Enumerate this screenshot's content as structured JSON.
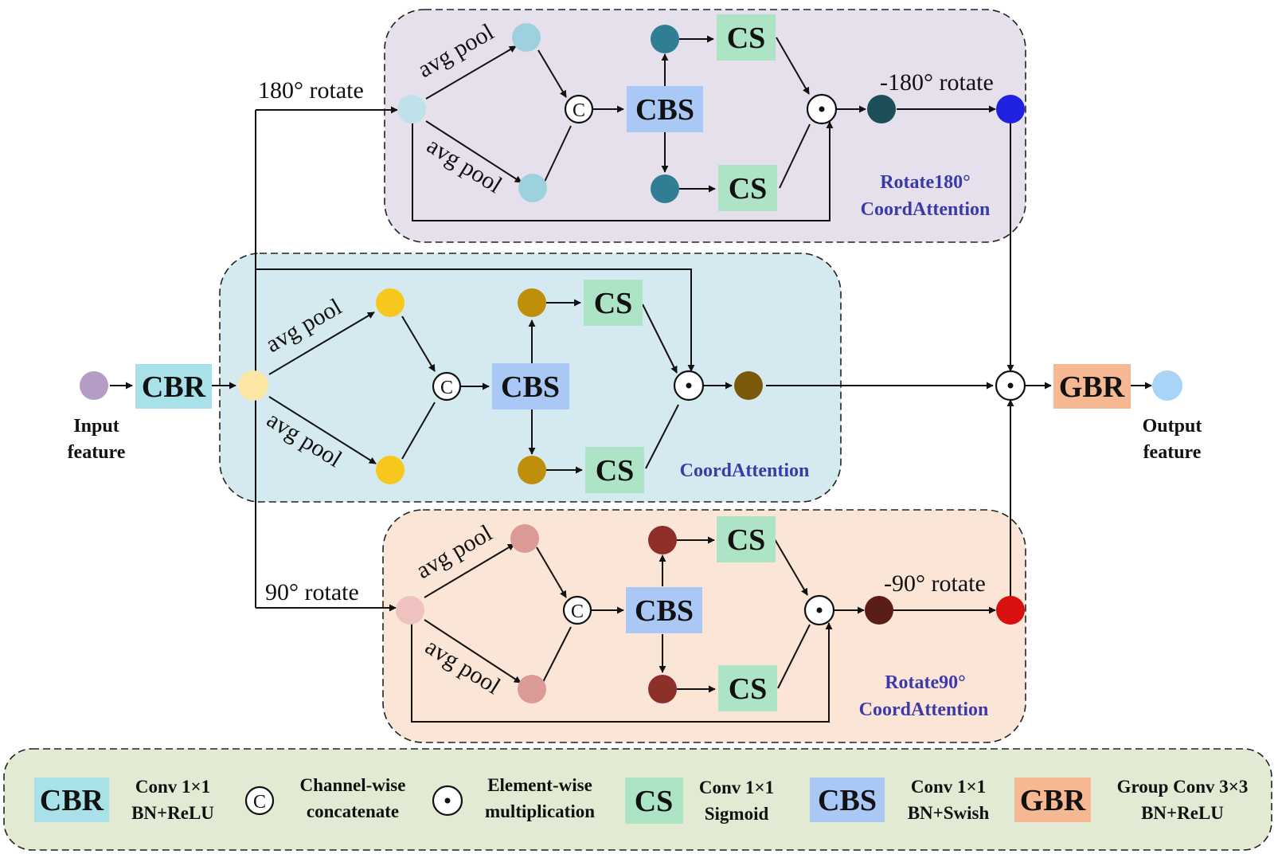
{
  "colors": {
    "input_node": "#b49cc4",
    "cbr_fill": "#a8e2e8",
    "cbs_fill": "#a9c8f5",
    "cs_fill": "#aee4c6",
    "gbr_fill": "#f6b892",
    "middle_panel_bg": "#d5eaf0",
    "top_panel_bg": "#e6e0ec",
    "bottom_panel_bg": "#fbe5d6",
    "legend_bg": "#e3ead3",
    "output_node": "#a8d4f8",
    "label_blue": "#3a3aa8"
  },
  "nodes": {
    "input_label": [
      "Input",
      "feature"
    ],
    "output_label": [
      "Output",
      "feature"
    ]
  },
  "blocks": {
    "cbr": "CBR",
    "cbs": "CBS",
    "cs": "CS",
    "gbr": "GBR"
  },
  "symbols": {
    "concat": "C",
    "multiply": "·"
  },
  "edge_labels": {
    "avg_pool": "avg pool",
    "rotate_180": "180° rotate",
    "rotate_neg_180": "-180° rotate",
    "rotate_90": "90° rotate",
    "rotate_neg_90": "-90° rotate"
  },
  "panels": {
    "top": [
      "Rotate180°",
      "CoordAttention"
    ],
    "middle": "CoordAttention",
    "bottom": [
      "Rotate90°",
      "CoordAttention"
    ]
  },
  "legend": {
    "cbr": [
      "Conv 1×1",
      "BN+ReLU"
    ],
    "concat": [
      "Channel-wise",
      "concatenate"
    ],
    "multiply": [
      "Element-wise",
      "multiplication"
    ],
    "cs": [
      "Conv 1×1",
      "Sigmoid"
    ],
    "cbs": [
      "Conv 1×1",
      "BN+Swish"
    ],
    "gbr": [
      "Group Conv 3×3",
      "BN+ReLU"
    ]
  }
}
